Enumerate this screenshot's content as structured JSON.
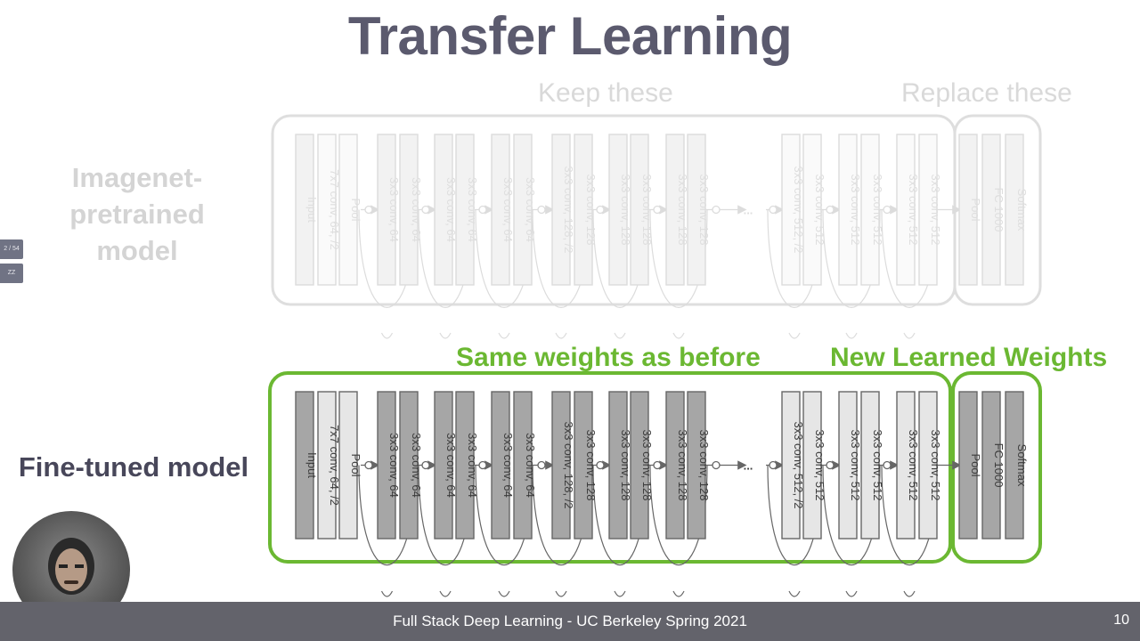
{
  "title": "Transfer Learning",
  "top_section": {
    "keep_label": "Keep these",
    "replace_label": "Replace these",
    "model_label": "Imagenet-\npretrained\nmodel"
  },
  "bottom_section": {
    "same_label": "Same weights as before",
    "new_label": "New Learned Weights",
    "model_label": "Fine-tuned model"
  },
  "layers": [
    {
      "label": "Input",
      "style": "dark"
    },
    {
      "label": "7x7 conv, 64, /2",
      "style": "light"
    },
    {
      "label": "Pool",
      "style": "light"
    },
    {
      "label": "3x3 conv, 64",
      "style": "dark"
    },
    {
      "label": "3x3 conv, 64",
      "style": "dark"
    },
    {
      "label": "3x3 conv, 64",
      "style": "dark"
    },
    {
      "label": "3x3 conv, 64",
      "style": "dark"
    },
    {
      "label": "3x3 conv, 64",
      "style": "dark"
    },
    {
      "label": "3x3 conv, 64",
      "style": "dark"
    },
    {
      "label": "3x3 conv, 128, /2",
      "style": "dark"
    },
    {
      "label": "3x3 conv, 128",
      "style": "dark"
    },
    {
      "label": "3x3 conv, 128",
      "style": "dark"
    },
    {
      "label": "3x3 conv, 128",
      "style": "dark"
    },
    {
      "label": "3x3 conv, 128",
      "style": "dark"
    },
    {
      "label": "3x3 conv, 128",
      "style": "dark"
    },
    {
      "label": "3x3 conv, 512, /2",
      "style": "light"
    },
    {
      "label": "3x3 conv, 512",
      "style": "light"
    },
    {
      "label": "3x3 conv, 512",
      "style": "light"
    },
    {
      "label": "3x3 conv, 512",
      "style": "light"
    },
    {
      "label": "3x3 conv, 512",
      "style": "light"
    },
    {
      "label": "3x3 conv, 512",
      "style": "light"
    },
    {
      "label": "Pool",
      "style": "dark"
    },
    {
      "label": "FC 1000",
      "style": "dark"
    },
    {
      "label": "Softmax",
      "style": "dark"
    }
  ],
  "ellipsis": "...",
  "slide_tabs": [
    "2 / 54",
    "ZZ"
  ],
  "footer": {
    "text": "Full Stack Deep Learning - UC Berkeley Spring 2021",
    "page_number": "10"
  },
  "colors": {
    "green": "#6bb832",
    "title": "#5b5a6e",
    "dark_layer": "#a6a6a6",
    "light_layer": "#e6e6e6",
    "footer_bg": "#63636b"
  }
}
